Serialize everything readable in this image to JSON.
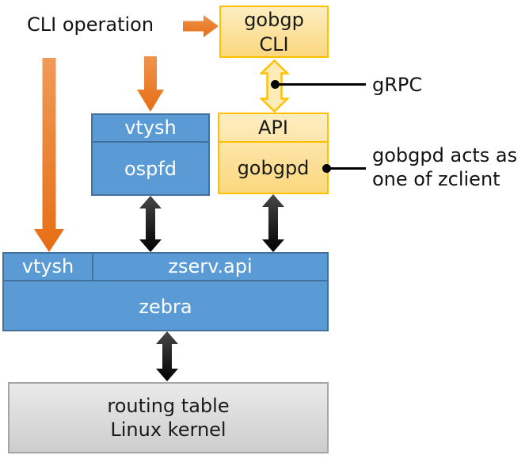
{
  "labels": {
    "cli_operation": "CLI operation",
    "grpc": "gRPC",
    "zclient_note_line1": "gobgpd acts as",
    "zclient_note_line2": "one of zclient"
  },
  "boxes": {
    "gobgp_cli": {
      "line1": "gobgp",
      "line2": "CLI"
    },
    "ospfd": {
      "header": "vtysh",
      "body": "ospfd"
    },
    "gobgpd": {
      "header": "API",
      "body": "gobgpd"
    },
    "zebra": {
      "cell_vtysh": "vtysh",
      "cell_zserv": "zserv.api",
      "body": "zebra"
    },
    "kernel": {
      "line1": "routing table",
      "line2": "Linux kernel"
    }
  },
  "icons": {
    "orange_arrow_right": "thick right-pointing flow arrow",
    "orange_arrow_down_long": "long down flow arrow (vtysh path to zebra)",
    "orange_arrow_down": "down flow arrow (to vtysh/ospfd)",
    "grpc_double_arrow": "hollow yellow vertical double-headed arrow",
    "black_double_arrow": "black vertical double-headed arrow (zclient/zserv link)"
  },
  "colors": {
    "blue_fill": "#5B9BD5",
    "blue_border": "#41719C",
    "yellow_fill_top": "#FDEDC2",
    "yellow_fill_bottom": "#FBD87E",
    "yellow_border": "#FFC000",
    "yellow_arrow_fill": "#FFEBB8",
    "orange_arrow_top": "#F0934D",
    "orange_arrow_bottom": "#E66E14",
    "gray_fill": "#CDCDCD",
    "gray_border": "#A6A6A6",
    "black_arrow_top": "#474747",
    "black_arrow_bottom": "#000000"
  }
}
